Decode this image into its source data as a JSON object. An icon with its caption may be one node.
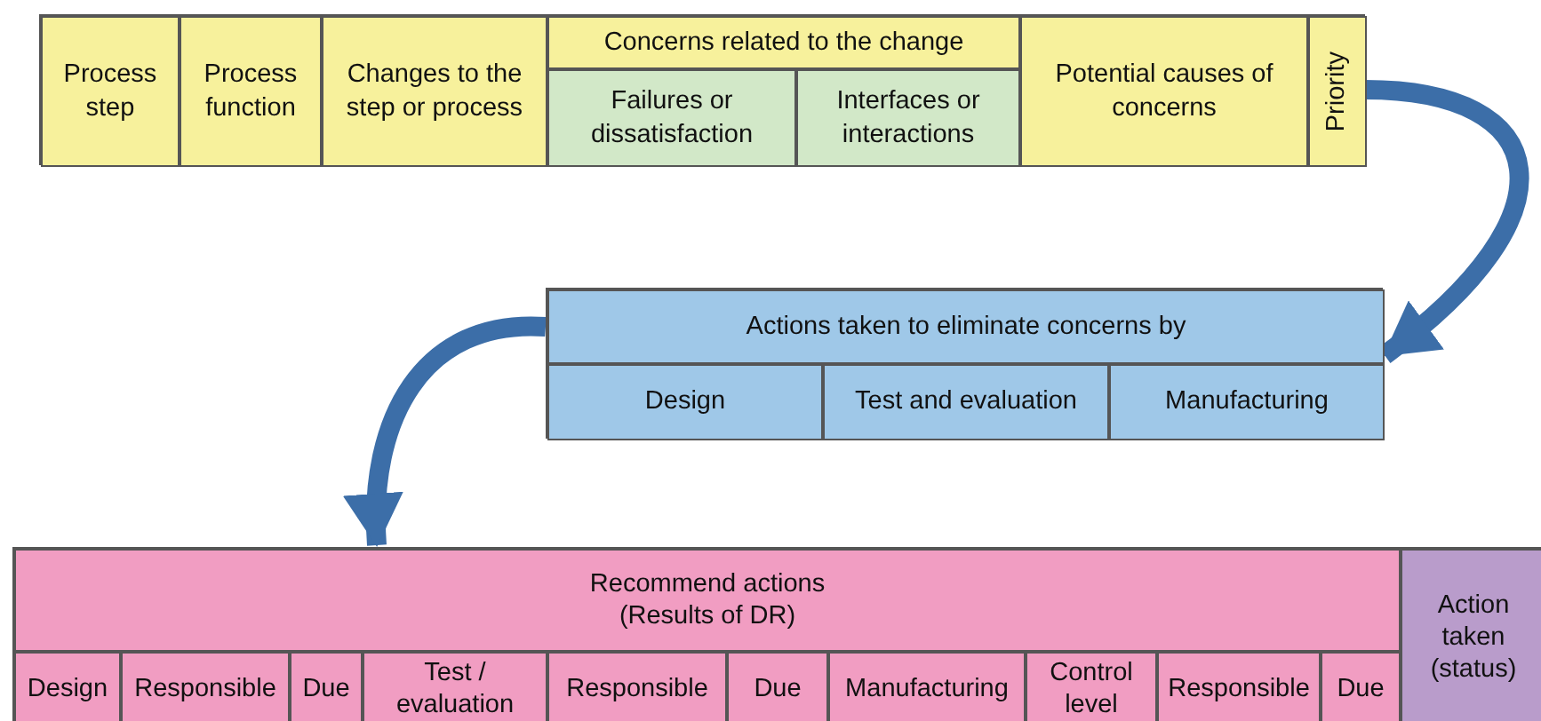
{
  "diagram": {
    "nodes": [
      {
        "text": [],
        "shape": "box"
      },
      {
        "text": [
          "Process step"
        ],
        "in": 0
      },
      {
        "text": [
          "Process function"
        ],
        "in": 0
      },
      {
        "text": [
          "Changes to the step or process"
        ],
        "in": 0
      },
      {
        "text": [
          "Concerns related to the change"
        ],
        "in": 0
      },
      {
        "text": [
          "Failures or dissatisfaction"
        ],
        "in": 0
      },
      {
        "text": [
          "Interfaces or interactions"
        ],
        "in": 0
      },
      {
        "text": [
          "Potential causes of concerns"
        ],
        "in": 0
      },
      {
        "text": [
          "Priority"
        ],
        "in": 0
      },
      {
        "text": [],
        "shape": "box"
      },
      {
        "text": [
          "Actions taken to eliminate concerns by"
        ],
        "in": 9
      },
      {
        "text": [
          "Design"
        ],
        "in": 9
      },
      {
        "text": [
          "Test and evaluation"
        ],
        "in": 9
      },
      {
        "text": [
          "Manufacturing"
        ],
        "in": 9
      },
      {
        "text": [],
        "shape": "box"
      },
      {
        "text": [
          "Recommend actions (Results of DR)"
        ],
        "in": 14
      },
      {
        "text": [
          "Design"
        ],
        "in": 14
      },
      {
        "text": [
          "Responsible"
        ],
        "in": 14
      },
      {
        "text": [
          "Due"
        ],
        "in": 14
      },
      {
        "text": [
          "Test / evaluation"
        ],
        "in": 14
      },
      {
        "text": [
          "Responsible"
        ],
        "in": 14
      },
      {
        "text": [
          "Due"
        ],
        "in": 14
      },
      {
        "text": [
          "Manufacturing"
        ],
        "in": 14
      },
      {
        "text": [
          "Control level"
        ],
        "in": 14
      },
      {
        "text": [
          "Responsible"
        ],
        "in": 14
      },
      {
        "text": [
          "Due"
        ],
        "in": 14
      },
      {
        "text": [
          "Action taken (status)"
        ],
        "in": 14
      }
    ],
    "edges": [
      {
        "from": 0,
        "to": 9,
        "arrow": "to"
      },
      {
        "from": 9,
        "to": 14,
        "arrow": "to"
      }
    ]
  }
}
